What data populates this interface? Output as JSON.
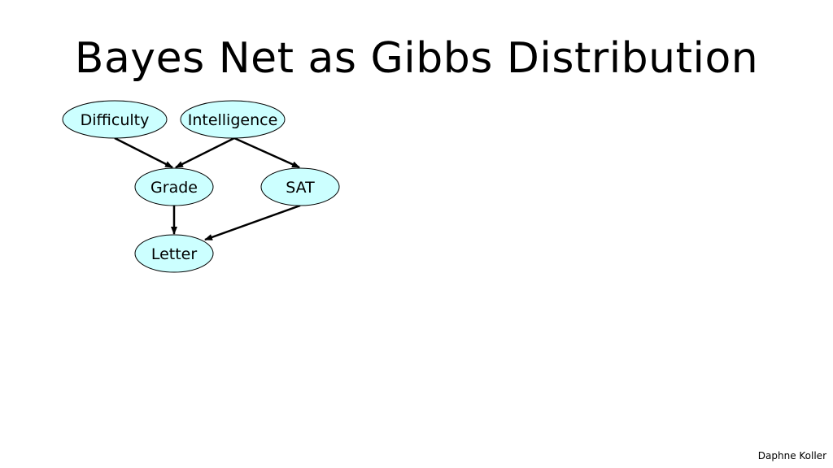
{
  "slide": {
    "title": "Bayes Net as Gibbs Distribution",
    "footer": "Daphne Koller"
  },
  "colors": {
    "node_fill": "#ccffff",
    "node_stroke": "#000000",
    "edge": "#000000"
  },
  "diagram": {
    "nodes": [
      {
        "id": "difficulty",
        "label": "Difficulty"
      },
      {
        "id": "intelligence",
        "label": "Intelligence"
      },
      {
        "id": "grade",
        "label": "Grade"
      },
      {
        "id": "sat",
        "label": "SAT"
      },
      {
        "id": "letter",
        "label": "Letter"
      }
    ],
    "edges": [
      {
        "from": "difficulty",
        "to": "grade"
      },
      {
        "from": "intelligence",
        "to": "grade"
      },
      {
        "from": "intelligence",
        "to": "sat"
      },
      {
        "from": "grade",
        "to": "letter"
      },
      {
        "from": "sat",
        "to": "letter"
      }
    ]
  }
}
